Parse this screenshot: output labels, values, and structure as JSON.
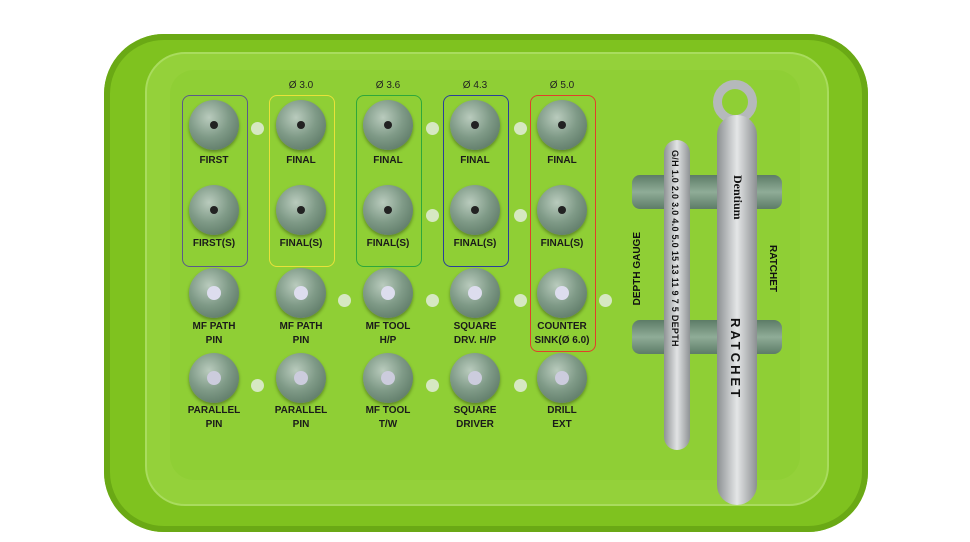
{
  "diameters": [
    "Ø 3.0",
    "Ø 3.6",
    "Ø 4.3",
    "Ø 5.0"
  ],
  "columns": [
    {
      "group_color": "#5a5a8a",
      "labels": [
        [
          "FIRST"
        ],
        [
          "FIRST(S)"
        ],
        [
          "MF PATH",
          "PIN"
        ],
        [
          "PARALLEL",
          "PIN"
        ]
      ]
    },
    {
      "group_color": "#e8e23a",
      "labels": [
        [
          "FINAL"
        ],
        [
          "FINAL(S)"
        ],
        [
          "MF PATH",
          "PIN"
        ],
        [
          "PARALLEL",
          "PIN"
        ]
      ]
    },
    {
      "group_color": "#2fa83a",
      "labels": [
        [
          "FINAL"
        ],
        [
          "FINAL(S)"
        ],
        [
          "MF TOOL",
          "H/P"
        ],
        [
          "MF TOOL",
          "T/W"
        ]
      ]
    },
    {
      "group_color": "#2a3f9a",
      "labels": [
        [
          "FINAL"
        ],
        [
          "FINAL(S)"
        ],
        [
          "SQUARE",
          "DRV. H/P"
        ],
        [
          "SQUARE",
          "DRIVER"
        ]
      ]
    },
    {
      "group_color": "#e0402a",
      "labels": [
        [
          "FINAL"
        ],
        [
          "FINAL(S)"
        ],
        [
          "COUNTER",
          "SINK(Ø 6.0)"
        ],
        [
          "DRILL",
          "EXT"
        ]
      ]
    }
  ],
  "tools": {
    "depth_gauge_label": "DEPTH GAUGE",
    "depth_gauge_marking": "G/H 1.0 2.0 3.0 4.0 5.0   15 13 11 9 7 5 DEPTH",
    "ratchet_label": "RATCHET",
    "ratchet_brand": "Dentium",
    "ratchet_marking": "RATCHET"
  }
}
